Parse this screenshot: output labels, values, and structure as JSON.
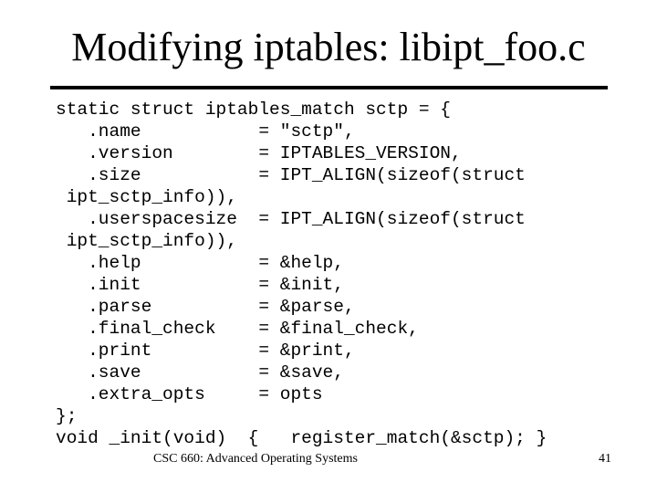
{
  "slide": {
    "title": "Modifying iptables: libipt_foo.c",
    "code_lines": [
      "static struct iptables_match sctp = {",
      "   .name           = \"sctp\",",
      "   .version        = IPTABLES_VERSION,",
      "   .size           = IPT_ALIGN(sizeof(struct",
      " ipt_sctp_info)),",
      "   .userspacesize  = IPT_ALIGN(sizeof(struct",
      " ipt_sctp_info)),",
      "   .help           = &help,",
      "   .init           = &init,",
      "   .parse          = &parse,",
      "   .final_check    = &final_check,",
      "   .print          = &print,",
      "   .save           = &save,",
      "   .extra_opts     = opts",
      "};",
      "void _init(void)  {   register_match(&sctp); }"
    ],
    "footer": "CSC 660: Advanced Operating Systems",
    "page_number": "41"
  }
}
